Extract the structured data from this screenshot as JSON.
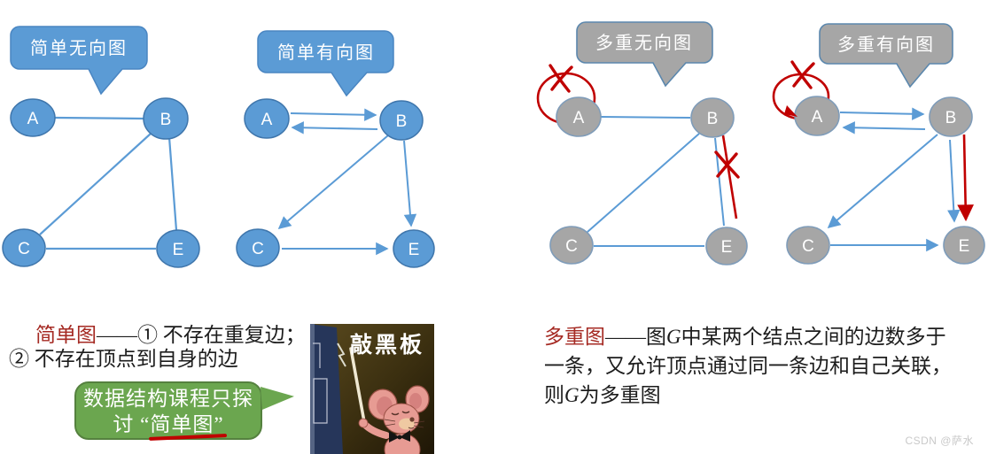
{
  "colors": {
    "node_blue": "#5B9BD5",
    "node_blue_border": "#3F76AC",
    "node_gray": "#A6A6A6",
    "node_gray_border": "#7F9CB9",
    "edge_blue": "#5B9BD5",
    "annotation_red": "#C00000",
    "callout_green": "#6BA64F"
  },
  "graphs": {
    "g1": {
      "title": "简单无向图",
      "nodes": [
        "A",
        "B",
        "C",
        "E"
      ]
    },
    "g2": {
      "title": "简单有向图",
      "nodes": [
        "A",
        "B",
        "C",
        "E"
      ]
    },
    "g3": {
      "title": "多重无向图",
      "nodes": [
        "A",
        "B",
        "C",
        "E"
      ]
    },
    "g4": {
      "title": "多重有向图",
      "nodes": [
        "A",
        "B",
        "C",
        "E"
      ]
    }
  },
  "simple_note": {
    "term": "简单图",
    "rest": "——① 不存在重复边；",
    "line2": "② 不存在顶点到自身的边"
  },
  "green_callout": {
    "line1": "数据结构课程只探",
    "line2_prefix": "讨 “",
    "term": "简单图",
    "line2_suffix": "”"
  },
  "meme": {
    "caption": "敲黑板"
  },
  "multi_note": {
    "term": "多重图",
    "seg1": "——图",
    "var1": "G",
    "seg2": "中某两个结点之间的边数多于",
    "line2": "一条，又允许顶点通过同一条边和自己关联，",
    "line3_prefix": "则",
    "var2": "G",
    "line3_suffix": "为多重图"
  },
  "watermark": "CSDN @萨水"
}
